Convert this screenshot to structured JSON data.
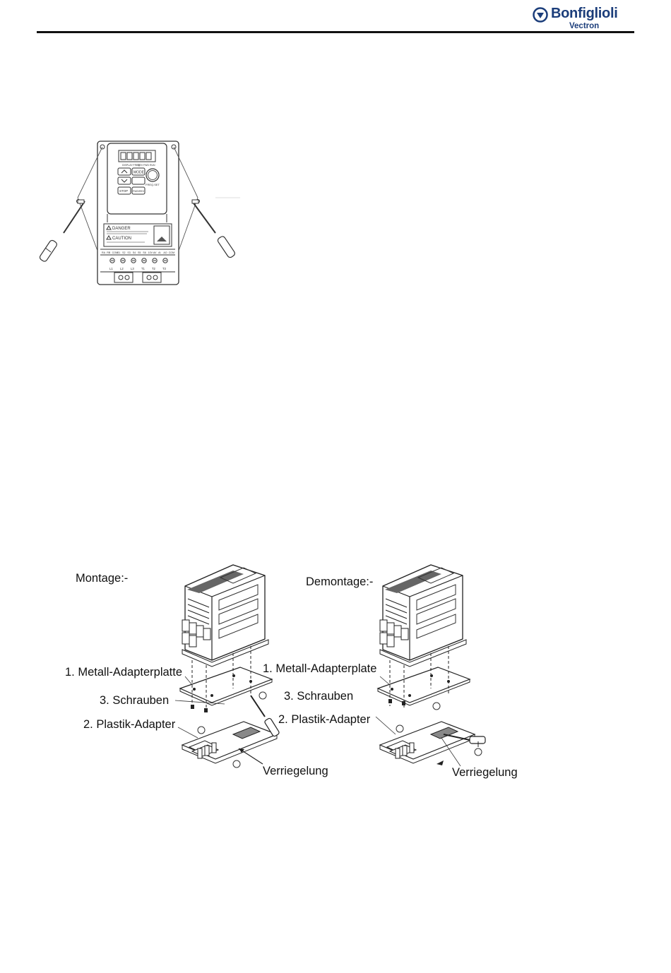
{
  "header": {
    "brand": "Bonfiglioli",
    "sub_brand": "Vectron",
    "brand_color": "#1b3d7a"
  },
  "figure1": {
    "drive_front": {
      "panel_labels": [
        "DISPLAY FREQ",
        "REV",
        "FWD",
        "RUN"
      ],
      "buttons": {
        "mode": "MODE",
        "stop_run": "STOP",
        "fwd_rev": "FWD/REV",
        "dial": "FREQ.SET"
      },
      "warning": {
        "danger_title": "DANGER",
        "caution_title": "CAUTION"
      },
      "control_terminals": [
        "RA",
        "RB",
        "COM",
        "S1",
        "S2",
        "S3",
        "S4",
        "S5",
        "S6",
        "10V",
        "AV",
        "AI",
        "AO",
        "COM"
      ],
      "power_terminals": [
        "L1",
        "L2",
        "L3",
        "T1",
        "T2",
        "T3"
      ]
    }
  },
  "figure2": {
    "montage": {
      "title": "Montage:-",
      "label_metal": "1. Metall-Adapterplatte",
      "label_screws": "3. Schrauben",
      "label_plastic": "2. Plastik-Adapter",
      "label_lock": "Verriegelung"
    },
    "demontage": {
      "title": "Demontage:-",
      "label_metal": "1. Metall-Adapterplate",
      "label_screws": "3. Schrauben",
      "label_plastic": "2. Plastik-Adapter",
      "label_lock": "Verriegelung"
    }
  }
}
